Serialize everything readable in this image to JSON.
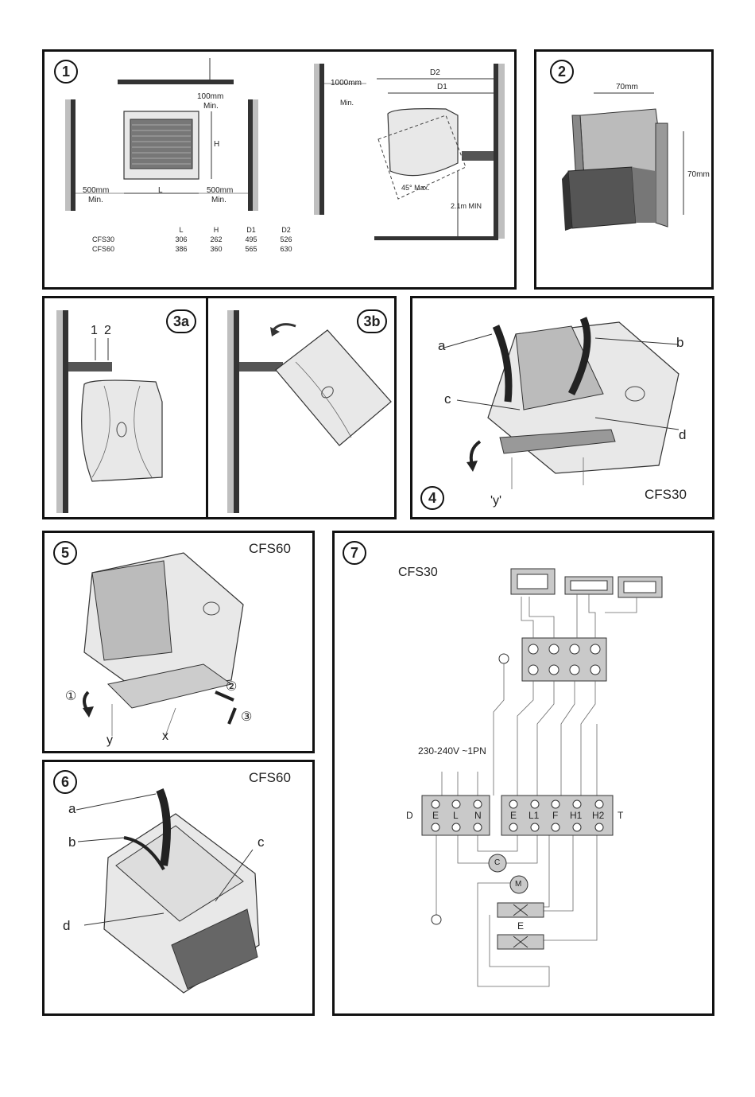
{
  "panels": {
    "p1": {
      "number": "1",
      "clearance_top": "100mm",
      "clearance_top_min": "Min.",
      "height_label": "H",
      "length_label": "L",
      "clearance_left": "500mm",
      "clearance_left_min": "Min.",
      "clearance_right": "500mm",
      "clearance_right_min": "Min.",
      "side_clearance": "1000mm",
      "side_clearance_min": "Min.",
      "d2_label": "D2",
      "d1_label": "D1",
      "angle_label": "45° Max.",
      "floor_clearance": "2.1m MIN",
      "table": {
        "headers": [
          "",
          "L",
          "H",
          "D1",
          "D2"
        ],
        "rows": [
          [
            "CFS30",
            "306",
            "262",
            "495",
            "526"
          ],
          [
            "CFS60",
            "386",
            "360",
            "565",
            "630"
          ]
        ]
      }
    },
    "p2": {
      "number": "2",
      "width_label": "70mm",
      "height_label": "70mm"
    },
    "p3a": {
      "number": "3a",
      "marker1": "1",
      "marker2": "2"
    },
    "p3b": {
      "number": "3b"
    },
    "p4": {
      "number": "4",
      "label_a": "a",
      "label_b": "b",
      "label_c": "c",
      "label_d": "d",
      "label_y": "'y'",
      "model": "CFS30"
    },
    "p5": {
      "number": "5",
      "model": "CFS60",
      "step1": "①",
      "step2": "②",
      "step3": "③",
      "label_y": "y",
      "label_x": "x"
    },
    "p6": {
      "number": "6",
      "model": "CFS60",
      "label_a": "a",
      "label_b": "b",
      "label_c": "c",
      "label_d": "d"
    },
    "p7": {
      "number": "7",
      "model": "CFS30",
      "supply": "230-240V ~1PN",
      "block_d_label": "D",
      "block_t_label": "T",
      "d_terminals": [
        "E",
        "L",
        "N"
      ],
      "t_terminals": [
        "E",
        "L1",
        "F",
        "H1",
        "H2"
      ],
      "capacitor": "C",
      "motor": "M",
      "element_label": "E"
    }
  }
}
